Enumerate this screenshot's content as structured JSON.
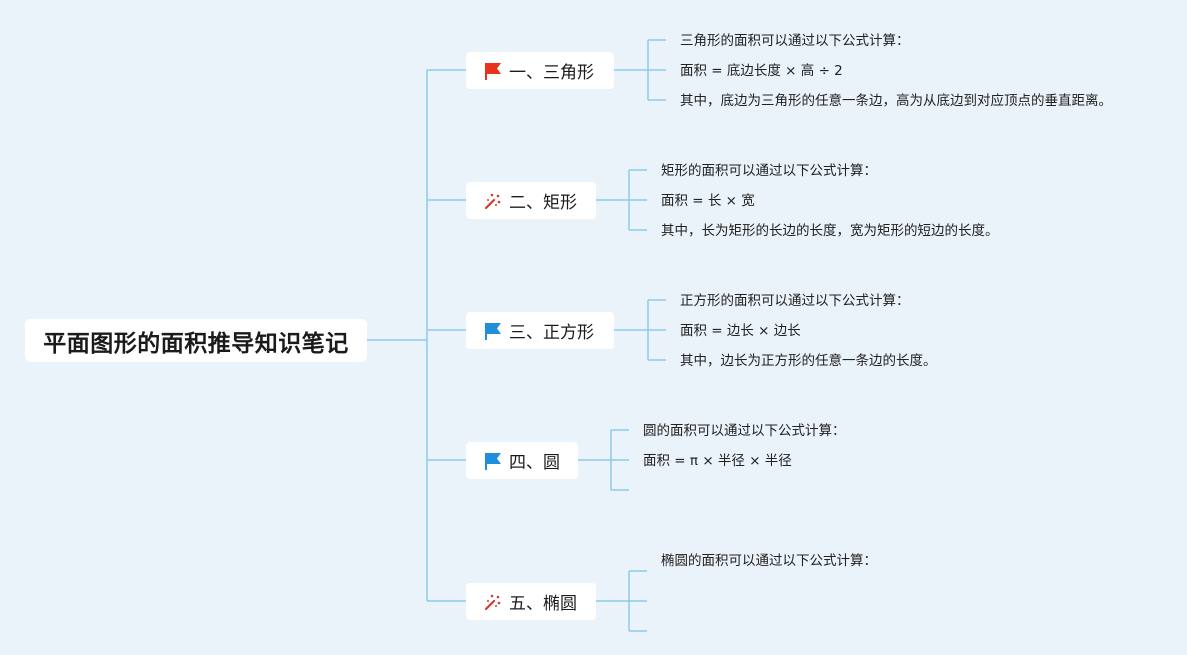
{
  "root": {
    "label": "平面图形的面积推导知识笔记"
  },
  "branches": [
    {
      "label": "一、三角形",
      "icon": "red-flag-icon",
      "color": "#e8321e",
      "leaves": [
        "三角形的面积可以通过以下公式计算：",
        "面积 = 底边长度 × 高 ÷ 2",
        "其中，底边为三角形的任意一条边，高为从底边到对应顶点的垂直距离。"
      ]
    },
    {
      "label": "二、矩形",
      "icon": "magic-wand-icon",
      "color": "#d23a2e",
      "leaves": [
        "矩形的面积可以通过以下公式计算：",
        "面积 = 长 × 宽",
        "其中，长为矩形的长边的长度，宽为矩形的短边的长度。"
      ]
    },
    {
      "label": "三、正方形",
      "icon": "blue-flag-icon",
      "color": "#1f8fdb",
      "leaves": [
        "正方形的面积可以通过以下公式计算：",
        "面积 = 边长 × 边长",
        "其中，边长为正方形的任意一条边的长度。"
      ]
    },
    {
      "label": "四、圆",
      "icon": "blue-flag-icon",
      "color": "#1f8fdb",
      "leaves": [
        "圆的面积可以通过以下公式计算：",
        "面积 = π × 半径 × 半径",
        ""
      ]
    },
    {
      "label": "五、椭圆",
      "icon": "magic-wand-icon",
      "color": "#d23a2e",
      "leaves": [
        "椭圆的面积可以通过以下公式计算：",
        "",
        ""
      ]
    }
  ],
  "colors": {
    "background": "#eaf2fa",
    "connector": "#8ccbea",
    "node": "#ffffff"
  }
}
